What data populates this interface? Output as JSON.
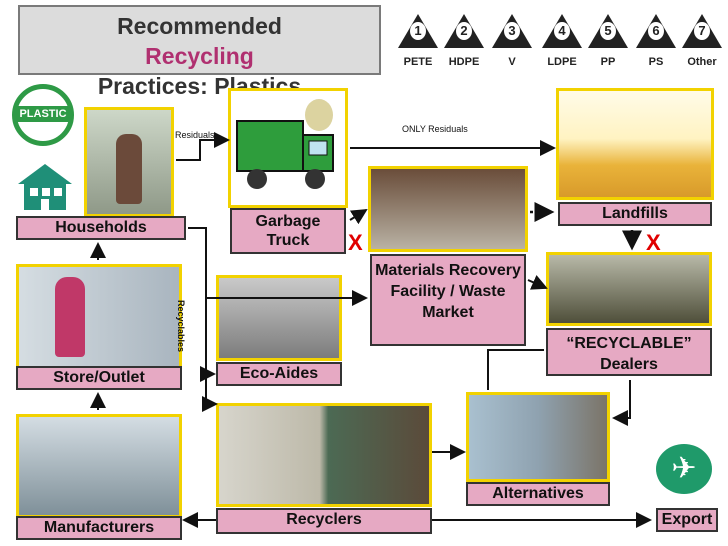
{
  "title": {
    "line1_prefix": "Recommended ",
    "line1_highlight": "Recycling",
    "line2": "Practices: Plastics"
  },
  "resin_codes": [
    {
      "num": "1",
      "label": "PETE"
    },
    {
      "num": "2",
      "label": "HDPE"
    },
    {
      "num": "3",
      "label": "V"
    },
    {
      "num": "4",
      "label": "LDPE"
    },
    {
      "num": "5",
      "label": "PP"
    },
    {
      "num": "6",
      "label": "PS"
    },
    {
      "num": "7",
      "label": "Other"
    }
  ],
  "logo": {
    "text": "PLASTIC"
  },
  "nodes": {
    "households": "Households",
    "garbage_truck": "Garbage Truck",
    "landfills": "Landfills",
    "mrf": "Materials Recovery Facility / Waste Market",
    "store_outlet": "Store/Outlet",
    "eco_aides": "Eco-Aides",
    "recyclable_dealers": "“RECYCLABLE” Dealers",
    "manufacturers": "Manufacturers",
    "recyclers": "Recyclers",
    "alternatives": "Alternatives",
    "export": "Export"
  },
  "flow_labels": {
    "residuals": "Residuals",
    "only_residuals": "ONLY Residuals",
    "recyclables": "Recyclables",
    "x_mark": "X"
  },
  "colors": {
    "label_fill": "#e6a9c3",
    "photo_border": "#f2d200",
    "x_mark": "#e00000",
    "logo_green": "#2e9a46",
    "export_green": "#1f9a6a"
  }
}
